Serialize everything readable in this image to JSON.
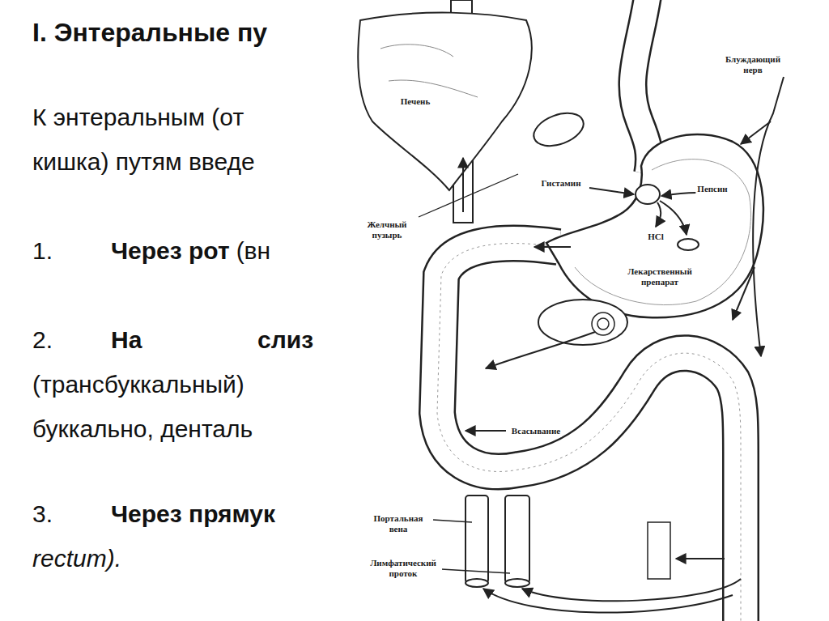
{
  "diagram": {
    "title": "I. Энтеральные пу",
    "labels": [
      "К энтеральным (от",
      "кишка) путям введе",
      "1.",
      "Через рот",
      "(вн",
      "2.",
      "На",
      "слиз",
      "(трансбуккальный)",
      "буккально, денталь",
      "3.",
      "Через прямук",
      "rectum).",
      "Печень",
      "Блуждающий нерв",
      "Гистамин",
      "Пепсин",
      "Желчный пузырь",
      "HCl",
      "Лекарственный препарат",
      "Всасывание",
      "Портальная вена",
      "Лимфатический проток"
    ]
  }
}
